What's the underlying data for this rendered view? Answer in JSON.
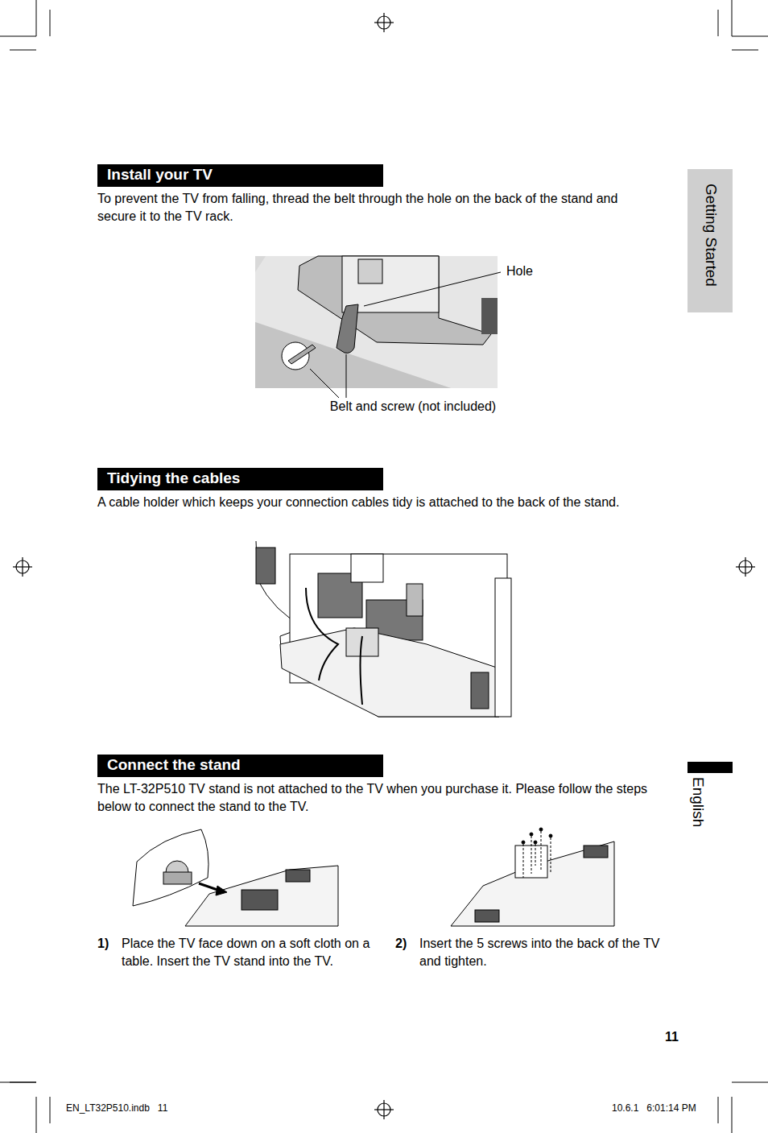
{
  "diagram": {
    "nodes": [
      {
        "text": [
          "Getting Started"
        ]
      },
      {
        "text": [
          "Install your TV"
        ]
      },
      {
        "text": [
          "Tidying the cables"
        ]
      },
      {
        "text": [
          "Connect the stand"
        ]
      }
    ],
    "labels": [
      "To prevent the TV from falling, thread the belt through the hole on the back of the stand and secure it to the TV rack.",
      "Hole",
      "Belt and screw (not included)",
      "A cable holder which keeps your connection cables tidy is attached to the back of the stand.",
      "The LT-32P510 TV stand is not attached to the TV when you purchase it. Please follow the steps below to connect the stand to the TV.",
      "1)",
      "Place the TV face down on a soft cloth on a table. Insert the TV stand into the TV.",
      "2)",
      "Insert the 5 screws into the back of the TV and tighten.",
      "English",
      "11",
      "EN_LT32P510.indb   11",
      "10.6.1   6:01:14 PM"
    ]
  }
}
